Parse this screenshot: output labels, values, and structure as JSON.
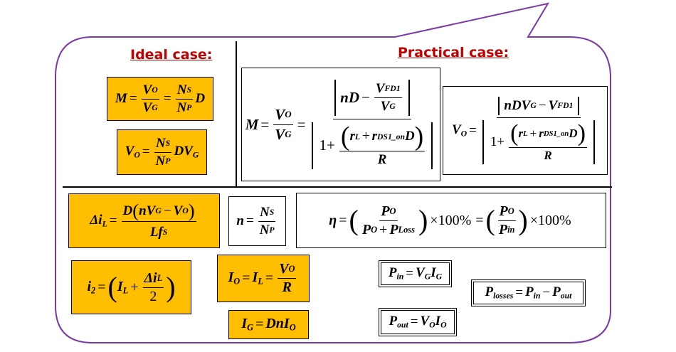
{
  "headers": {
    "ideal": "Ideal case:",
    "practical": "Practical case:"
  },
  "colors": {
    "header_red": "#c00000",
    "box_orange": "#ffbf00",
    "bubble_outline": "#7b38a7"
  },
  "equations": {
    "ideal_gain": "M = VO/VG = NS/NP D",
    "ideal_vo": "VO = NS/NP D VG",
    "practical_gain": "M = VO/VG = [nD − VFD1/VG] / [1 + (rL + rDS1_on D)/R]",
    "practical_vo": "VO = [nDVG − VFD1] / [1 + (rL + rDS1_on D)/R]",
    "delta_il": "Δi_L = D(nVG − VO) / (L fS)",
    "turns_ratio": "n = NS/NP",
    "efficiency": "η = (PO/(PO + PLoss)) × 100% = (PO/Pin) × 100%",
    "i2": "i2 = (IL + ΔiL/2)",
    "io": "IO = IL = VO/R",
    "ig": "IG = D n IO",
    "pin": "Pin = VG IG",
    "pout": "Pout = VO IO",
    "plosses": "Plosses = Pin − Pout"
  },
  "text": {
    "percent": "×100%",
    "one_plus": "1+",
    "subs": {
      "fd1": "FD1",
      "ds1on": "DS1_on",
      "loss": "Loss",
      "in": "in",
      "out": "out",
      "losses": "losses"
    }
  }
}
